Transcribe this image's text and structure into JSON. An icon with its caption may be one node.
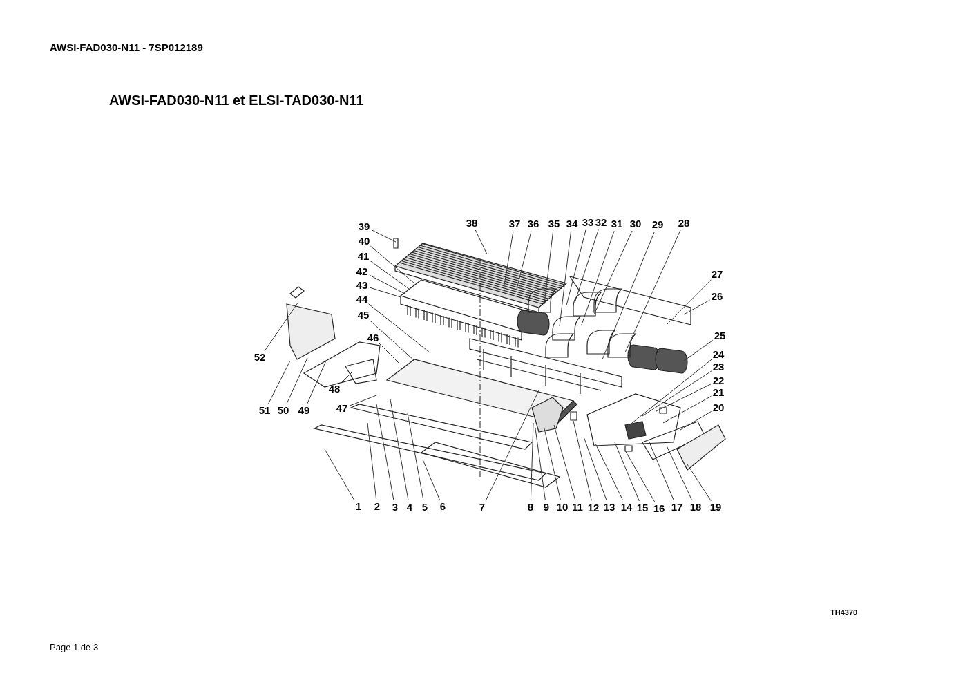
{
  "diagram": {
    "title": "AWSI-FAD030-N11 et ELSI-TAD030-N11",
    "nodes": [
      {
        "text": [
          "1"
        ]
      },
      {
        "text": [
          "2"
        ]
      },
      {
        "text": [
          "3"
        ]
      },
      {
        "text": [
          "4"
        ]
      },
      {
        "text": [
          "5"
        ]
      },
      {
        "text": [
          "6"
        ]
      },
      {
        "text": [
          "7"
        ]
      },
      {
        "text": [
          "8"
        ]
      },
      {
        "text": [
          "9"
        ]
      },
      {
        "text": [
          "10"
        ]
      },
      {
        "text": [
          "11"
        ]
      },
      {
        "text": [
          "12"
        ]
      },
      {
        "text": [
          "13"
        ]
      },
      {
        "text": [
          "14"
        ]
      },
      {
        "text": [
          "15"
        ]
      },
      {
        "text": [
          "16"
        ]
      },
      {
        "text": [
          "17"
        ]
      },
      {
        "text": [
          "18"
        ]
      },
      {
        "text": [
          "19"
        ]
      },
      {
        "text": [
          "20"
        ]
      },
      {
        "text": [
          "21"
        ]
      },
      {
        "text": [
          "22"
        ]
      },
      {
        "text": [
          "23"
        ]
      },
      {
        "text": [
          "24"
        ]
      },
      {
        "text": [
          "25"
        ]
      },
      {
        "text": [
          "26"
        ]
      },
      {
        "text": [
          "27"
        ]
      },
      {
        "text": [
          "28"
        ]
      },
      {
        "text": [
          "29"
        ]
      },
      {
        "text": [
          "30"
        ]
      },
      {
        "text": [
          "31"
        ]
      },
      {
        "text": [
          "32"
        ]
      },
      {
        "text": [
          "33"
        ]
      },
      {
        "text": [
          "34"
        ]
      },
      {
        "text": [
          "35"
        ]
      },
      {
        "text": [
          "36"
        ]
      },
      {
        "text": [
          "37"
        ]
      },
      {
        "text": [
          "38"
        ]
      },
      {
        "text": [
          "39"
        ]
      },
      {
        "text": [
          "40"
        ]
      },
      {
        "text": [
          "41"
        ]
      },
      {
        "text": [
          "42"
        ]
      },
      {
        "text": [
          "43"
        ]
      },
      {
        "text": [
          "44"
        ]
      },
      {
        "text": [
          "45"
        ]
      },
      {
        "text": [
          "46"
        ]
      },
      {
        "text": [
          "47"
        ]
      },
      {
        "text": [
          "48"
        ]
      },
      {
        "text": [
          "49"
        ]
      },
      {
        "text": [
          "50"
        ]
      },
      {
        "text": [
          "51"
        ]
      },
      {
        "text": [
          "52"
        ]
      }
    ],
    "edges": [
      {
        "from": 0,
        "to": null,
        "arrow": "none"
      },
      {
        "from": 1,
        "to": null,
        "arrow": "none"
      },
      {
        "from": 2,
        "to": null,
        "arrow": "none"
      },
      {
        "from": 3,
        "to": null,
        "arrow": "none"
      },
      {
        "from": 4,
        "to": null,
        "arrow": "none"
      },
      {
        "from": 5,
        "to": null,
        "arrow": "none"
      },
      {
        "from": 6,
        "to": null,
        "arrow": "none"
      },
      {
        "from": 7,
        "to": null,
        "arrow": "none"
      },
      {
        "from": 8,
        "to": null,
        "arrow": "none"
      },
      {
        "from": 9,
        "to": null,
        "arrow": "none"
      },
      {
        "from": 10,
        "to": null,
        "arrow": "none"
      },
      {
        "from": 11,
        "to": null,
        "arrow": "none"
      },
      {
        "from": 12,
        "to": null,
        "arrow": "none"
      },
      {
        "from": 13,
        "to": null,
        "arrow": "none"
      },
      {
        "from": 14,
        "to": null,
        "arrow": "none"
      },
      {
        "from": 15,
        "to": null,
        "arrow": "none"
      },
      {
        "from": 16,
        "to": null,
        "arrow": "none"
      },
      {
        "from": 17,
        "to": null,
        "arrow": "none"
      },
      {
        "from": 18,
        "to": null,
        "arrow": "none"
      },
      {
        "from": 19,
        "to": null,
        "arrow": "none"
      },
      {
        "from": 20,
        "to": null,
        "arrow": "none"
      },
      {
        "from": 21,
        "to": null,
        "arrow": "none"
      },
      {
        "from": 22,
        "to": null,
        "arrow": "none"
      },
      {
        "from": 23,
        "to": null,
        "arrow": "none"
      },
      {
        "from": 24,
        "to": null,
        "arrow": "none"
      },
      {
        "from": 25,
        "to": null,
        "arrow": "none"
      },
      {
        "from": 26,
        "to": null,
        "arrow": "none"
      },
      {
        "from": 27,
        "to": null,
        "arrow": "none"
      },
      {
        "from": 28,
        "to": null,
        "arrow": "none"
      },
      {
        "from": 29,
        "to": null,
        "arrow": "none"
      },
      {
        "from": 30,
        "to": null,
        "arrow": "none"
      },
      {
        "from": 31,
        "to": null,
        "arrow": "none"
      },
      {
        "from": 32,
        "to": null,
        "arrow": "none"
      },
      {
        "from": 33,
        "to": null,
        "arrow": "none"
      },
      {
        "from": 34,
        "to": null,
        "arrow": "none"
      },
      {
        "from": 35,
        "to": null,
        "arrow": "none"
      },
      {
        "from": 36,
        "to": null,
        "arrow": "none"
      },
      {
        "from": 37,
        "to": null,
        "arrow": "none"
      },
      {
        "from": 38,
        "to": null,
        "arrow": "none"
      },
      {
        "from": 39,
        "to": null,
        "arrow": "none"
      },
      {
        "from": 40,
        "to": null,
        "arrow": "none"
      },
      {
        "from": 41,
        "to": null,
        "arrow": "none"
      },
      {
        "from": 42,
        "to": null,
        "arrow": "none"
      },
      {
        "from": 43,
        "to": null,
        "arrow": "none"
      },
      {
        "from": 44,
        "to": null,
        "arrow": "none"
      },
      {
        "from": 45,
        "to": null,
        "arrow": "none"
      },
      {
        "from": 46,
        "to": null,
        "arrow": "none"
      },
      {
        "from": 47,
        "to": null,
        "arrow": "none"
      },
      {
        "from": 48,
        "to": null,
        "arrow": "none"
      },
      {
        "from": 49,
        "to": null,
        "arrow": "none"
      },
      {
        "from": 50,
        "to": null,
        "arrow": "none"
      },
      {
        "from": 51,
        "to": null,
        "arrow": "none"
      }
    ],
    "labels": [
      "AWSI-FAD030-N11 - 7SP012189",
      "TH4370",
      "Page 1 de 3"
    ]
  }
}
